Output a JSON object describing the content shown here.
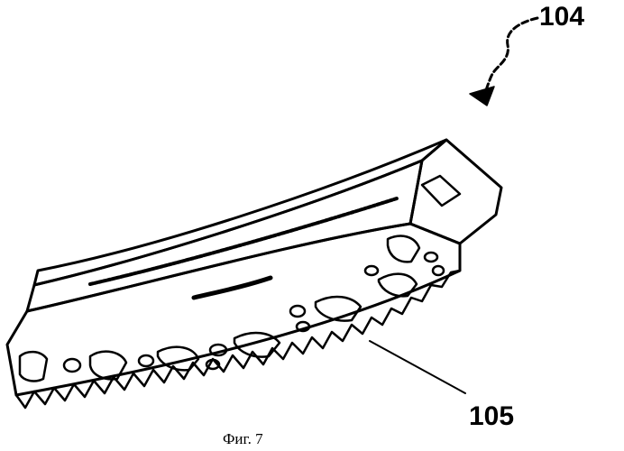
{
  "figure": {
    "reference_numerals": {
      "assembly": "104",
      "teeth": "105"
    },
    "caption": "Фиг. 7"
  }
}
